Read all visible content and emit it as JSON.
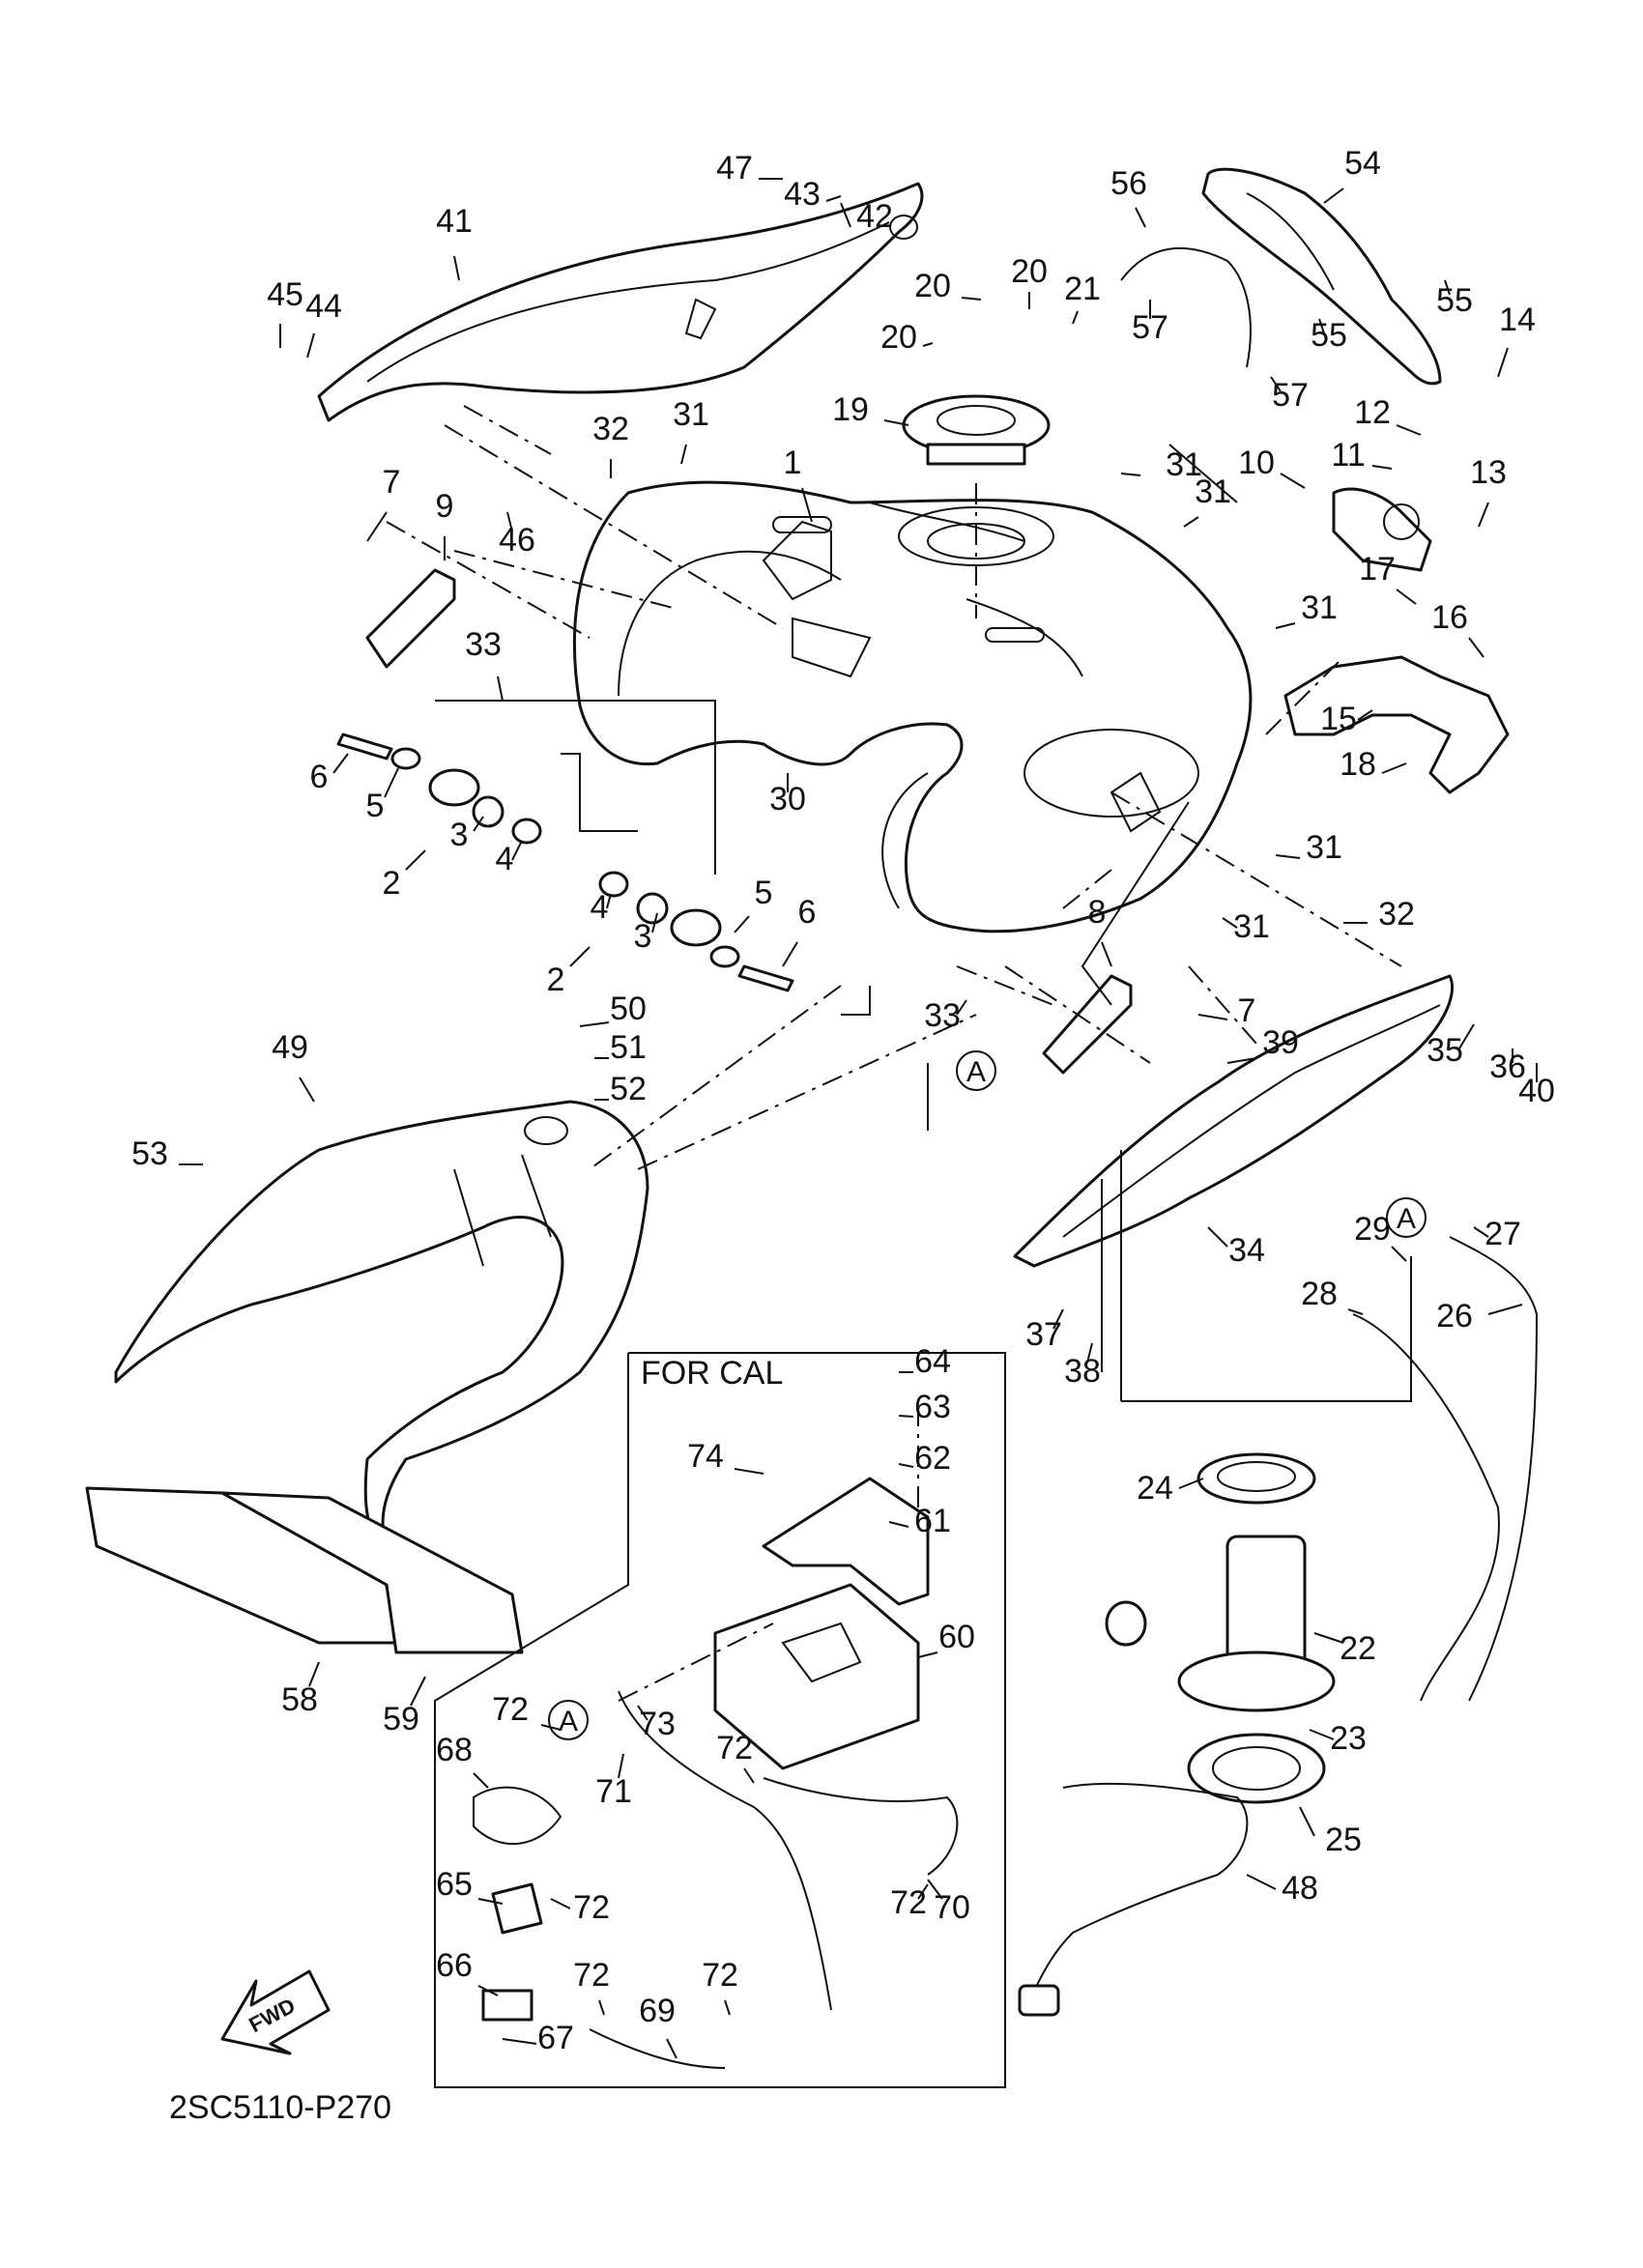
{
  "diagram": {
    "reference_code": "2SC5110-P270",
    "inset_title": "FOR CAL",
    "fwd_label": "FWD",
    "callouts": [
      {
        "n": "1"
      },
      {
        "n": "2"
      },
      {
        "n": "2"
      },
      {
        "n": "3"
      },
      {
        "n": "3"
      },
      {
        "n": "4"
      },
      {
        "n": "4"
      },
      {
        "n": "5"
      },
      {
        "n": "5"
      },
      {
        "n": "6"
      },
      {
        "n": "6"
      },
      {
        "n": "7"
      },
      {
        "n": "7"
      },
      {
        "n": "8"
      },
      {
        "n": "9"
      },
      {
        "n": "10"
      },
      {
        "n": "11"
      },
      {
        "n": "12"
      },
      {
        "n": "13"
      },
      {
        "n": "14"
      },
      {
        "n": "15"
      },
      {
        "n": "16"
      },
      {
        "n": "17"
      },
      {
        "n": "18"
      },
      {
        "n": "19"
      },
      {
        "n": "20"
      },
      {
        "n": "20"
      },
      {
        "n": "20"
      },
      {
        "n": "21"
      },
      {
        "n": "22"
      },
      {
        "n": "23"
      },
      {
        "n": "24"
      },
      {
        "n": "25"
      },
      {
        "n": "26"
      },
      {
        "n": "27"
      },
      {
        "n": "28"
      },
      {
        "n": "29"
      },
      {
        "n": "30"
      },
      {
        "n": "31"
      },
      {
        "n": "31"
      },
      {
        "n": "31"
      },
      {
        "n": "31"
      },
      {
        "n": "31"
      },
      {
        "n": "31"
      },
      {
        "n": "32"
      },
      {
        "n": "32"
      },
      {
        "n": "33"
      },
      {
        "n": "33"
      },
      {
        "n": "34"
      },
      {
        "n": "35"
      },
      {
        "n": "36"
      },
      {
        "n": "37"
      },
      {
        "n": "38"
      },
      {
        "n": "39"
      },
      {
        "n": "40"
      },
      {
        "n": "41"
      },
      {
        "n": "42"
      },
      {
        "n": "43"
      },
      {
        "n": "44"
      },
      {
        "n": "45"
      },
      {
        "n": "46"
      },
      {
        "n": "47"
      },
      {
        "n": "48"
      },
      {
        "n": "49"
      },
      {
        "n": "50"
      },
      {
        "n": "51"
      },
      {
        "n": "52"
      },
      {
        "n": "53"
      },
      {
        "n": "54"
      },
      {
        "n": "55"
      },
      {
        "n": "55"
      },
      {
        "n": "56"
      },
      {
        "n": "57"
      },
      {
        "n": "57"
      },
      {
        "n": "58"
      },
      {
        "n": "59"
      },
      {
        "n": "60"
      },
      {
        "n": "61"
      },
      {
        "n": "62"
      },
      {
        "n": "63"
      },
      {
        "n": "64"
      },
      {
        "n": "65"
      },
      {
        "n": "66"
      },
      {
        "n": "67"
      },
      {
        "n": "68"
      },
      {
        "n": "69"
      },
      {
        "n": "70"
      },
      {
        "n": "71"
      },
      {
        "n": "72"
      },
      {
        "n": "72"
      },
      {
        "n": "72"
      },
      {
        "n": "72"
      },
      {
        "n": "72"
      },
      {
        "n": "72"
      },
      {
        "n": "73"
      },
      {
        "n": "74"
      }
    ],
    "connectors": [
      {
        "mark": "A"
      },
      {
        "mark": "A"
      },
      {
        "mark": "A"
      }
    ]
  }
}
